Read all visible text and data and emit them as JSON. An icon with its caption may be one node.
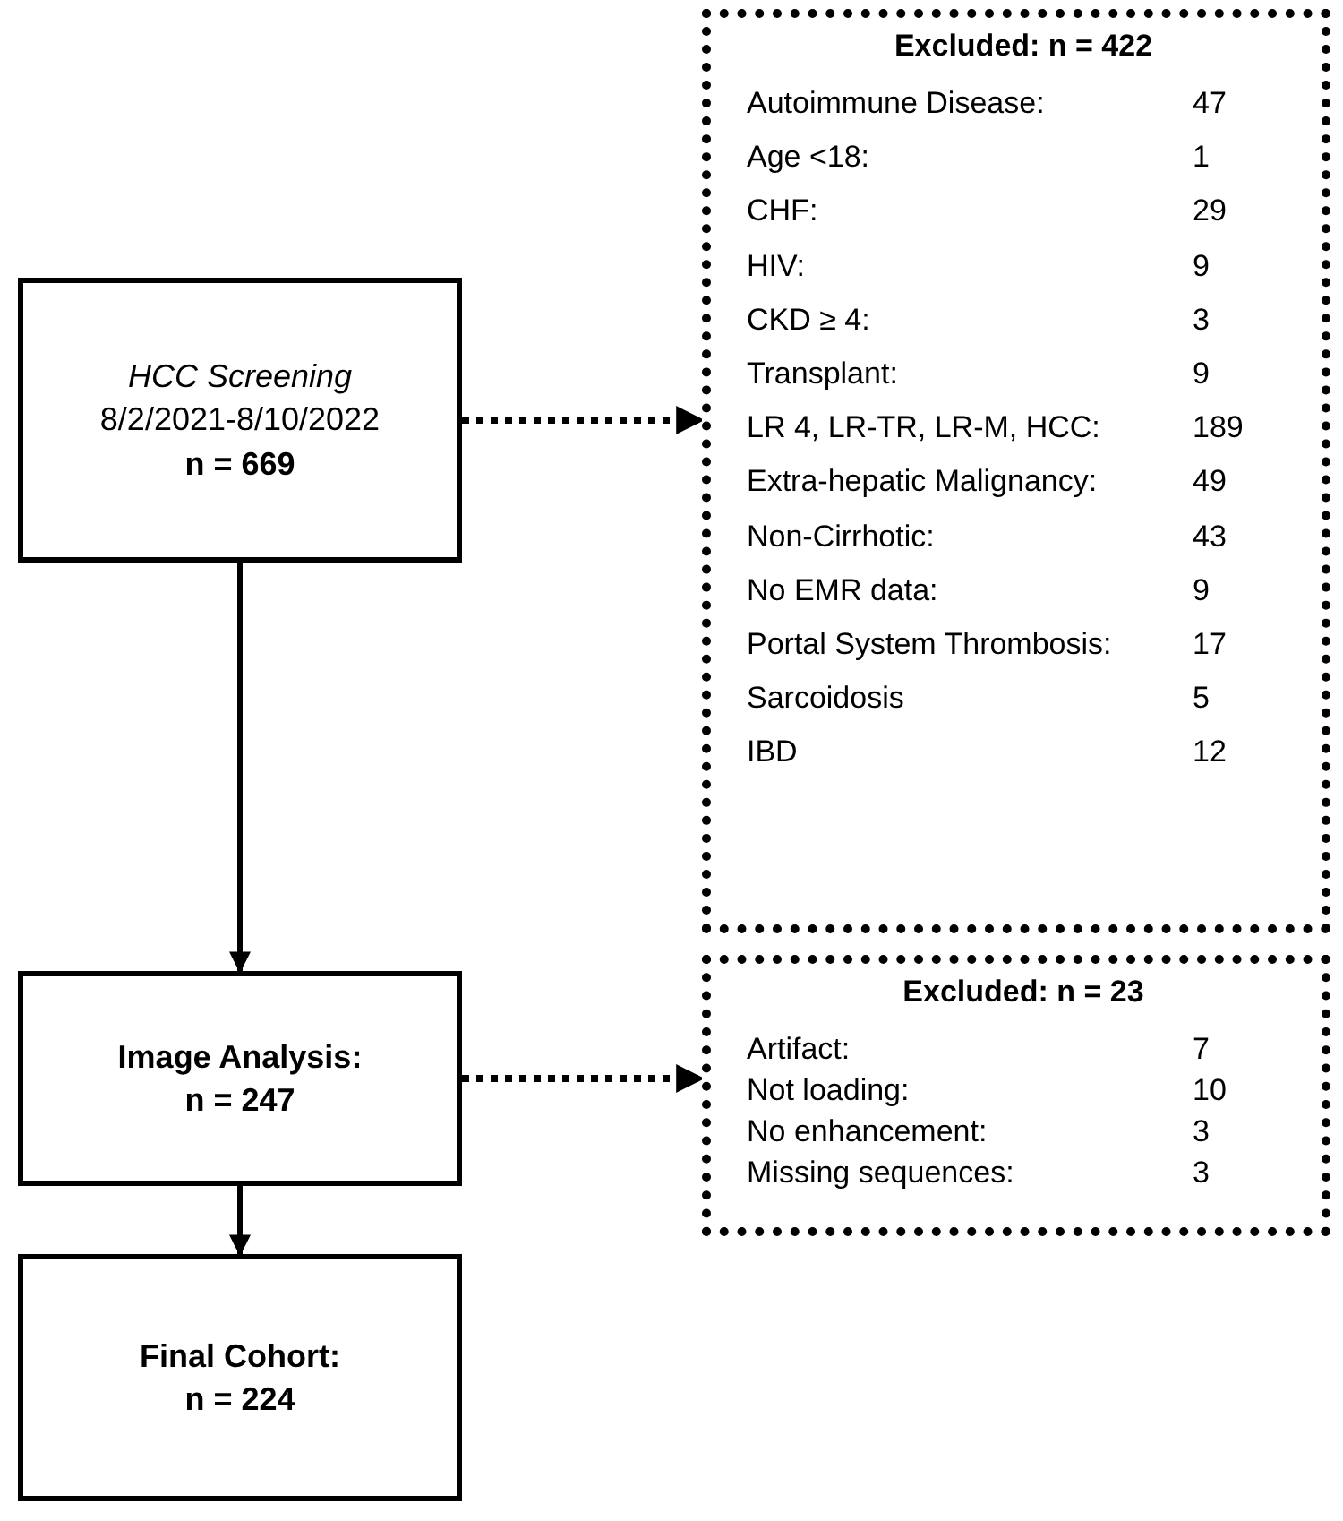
{
  "diagram": {
    "nodes": [
      {
        "text": [
          "HCC Screening",
          "8/2/2021-8/10/2022",
          "n = 669"
        ]
      },
      {
        "text": [
          "Excluded: n = 422",
          "Autoimmune Disease:",
          "47",
          "Age <18:",
          "1",
          "CHF:",
          "29",
          "HIV:",
          "9",
          "CKD ≥ 4:",
          "3",
          "Transplant:",
          "9",
          "LR 4, LR-TR, LR-M, HCC:",
          "189",
          "Extra-hepatic Malignancy:",
          "49",
          "Non-Cirrhotic:",
          "43",
          "No EMR data:",
          "9",
          "Portal System Thrombosis:",
          "17",
          "Sarcoidosis",
          "5",
          "IBD",
          "12"
        ]
      },
      {
        "text": [
          "Image Analysis:",
          "n = 247"
        ]
      },
      {
        "text": [
          "Excluded: n = 23",
          "Artifact:",
          "7",
          "Not loading:",
          "10",
          "No enhancement:",
          "3",
          "Missing sequences:",
          "3"
        ]
      },
      {
        "text": [
          "Final Cohort:",
          "n = 224"
        ]
      }
    ],
    "edges": [
      {
        "from": 0,
        "to": 1,
        "arrow": "to",
        "style": "dashed"
      },
      {
        "from": 0,
        "to": 2,
        "arrow": "to"
      },
      {
        "from": 2,
        "to": 3,
        "arrow": "to",
        "style": "dashed"
      },
      {
        "from": 2,
        "to": 4,
        "arrow": "to"
      }
    ]
  }
}
